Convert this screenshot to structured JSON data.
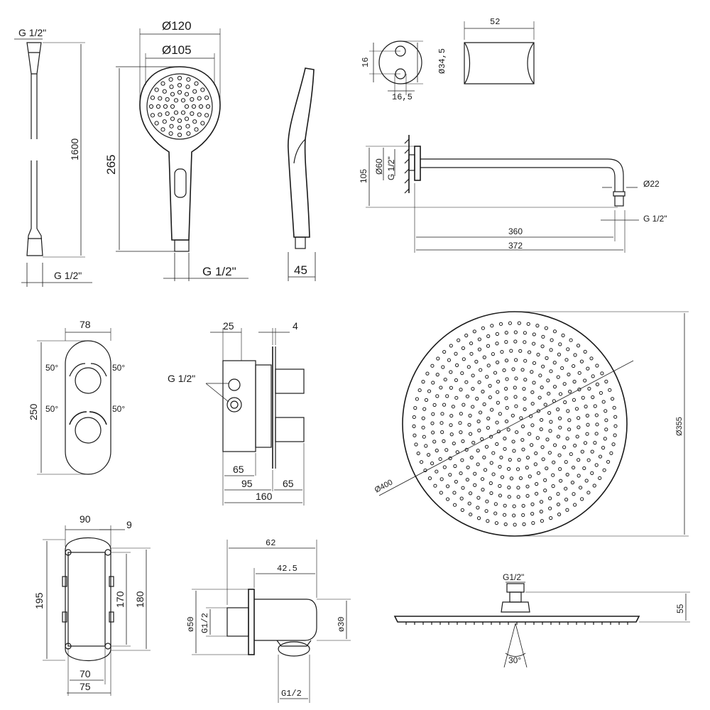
{
  "hose": {
    "top_thread": "G 1/2\"",
    "length": "1600",
    "bottom_thread": "G 1/2\""
  },
  "hand_shower": {
    "outer_dia": "Ø120",
    "face_dia": "Ø105",
    "height": "265",
    "thread": "G 1/2\"",
    "depth": "45"
  },
  "holder": {
    "height": "16",
    "dia": "Ø34,5",
    "spacing": "16,5",
    "length": "52"
  },
  "arm": {
    "flange_dia": "Ø60",
    "thread_in": "G 1/2\"",
    "height": "105",
    "tube_dia": "Ø22",
    "thread_out": "G 1/2\"",
    "reach_inner": "360",
    "reach_total": "372"
  },
  "mixer_front": {
    "width": "78",
    "height": "250",
    "angle_tl": "50°",
    "angle_tr": "50°",
    "angle_bl": "50°",
    "angle_br": "50°"
  },
  "mixer_side": {
    "top_left": "25",
    "top_right": "4",
    "thread": "G 1/2\"",
    "dim_65a": "65",
    "dim_95": "95",
    "dim_65b": "65",
    "total": "160"
  },
  "rain_shower": {
    "dia_outer": "Ø400",
    "dia_height": "Ø355",
    "thread": "G1/2\"",
    "thickness": "55",
    "angle": "30°"
  },
  "box": {
    "width_top": "90",
    "gap": "9",
    "height": "195",
    "inner_h": "170",
    "outer_h": "180",
    "bottom_inner": "70",
    "bottom_outer": "75"
  },
  "outlet": {
    "length": "62",
    "body": "42.5",
    "dia_flange": "ø50",
    "thread_in": "G1/2",
    "dia_body": "ø30",
    "thread_out": "G1/2"
  }
}
